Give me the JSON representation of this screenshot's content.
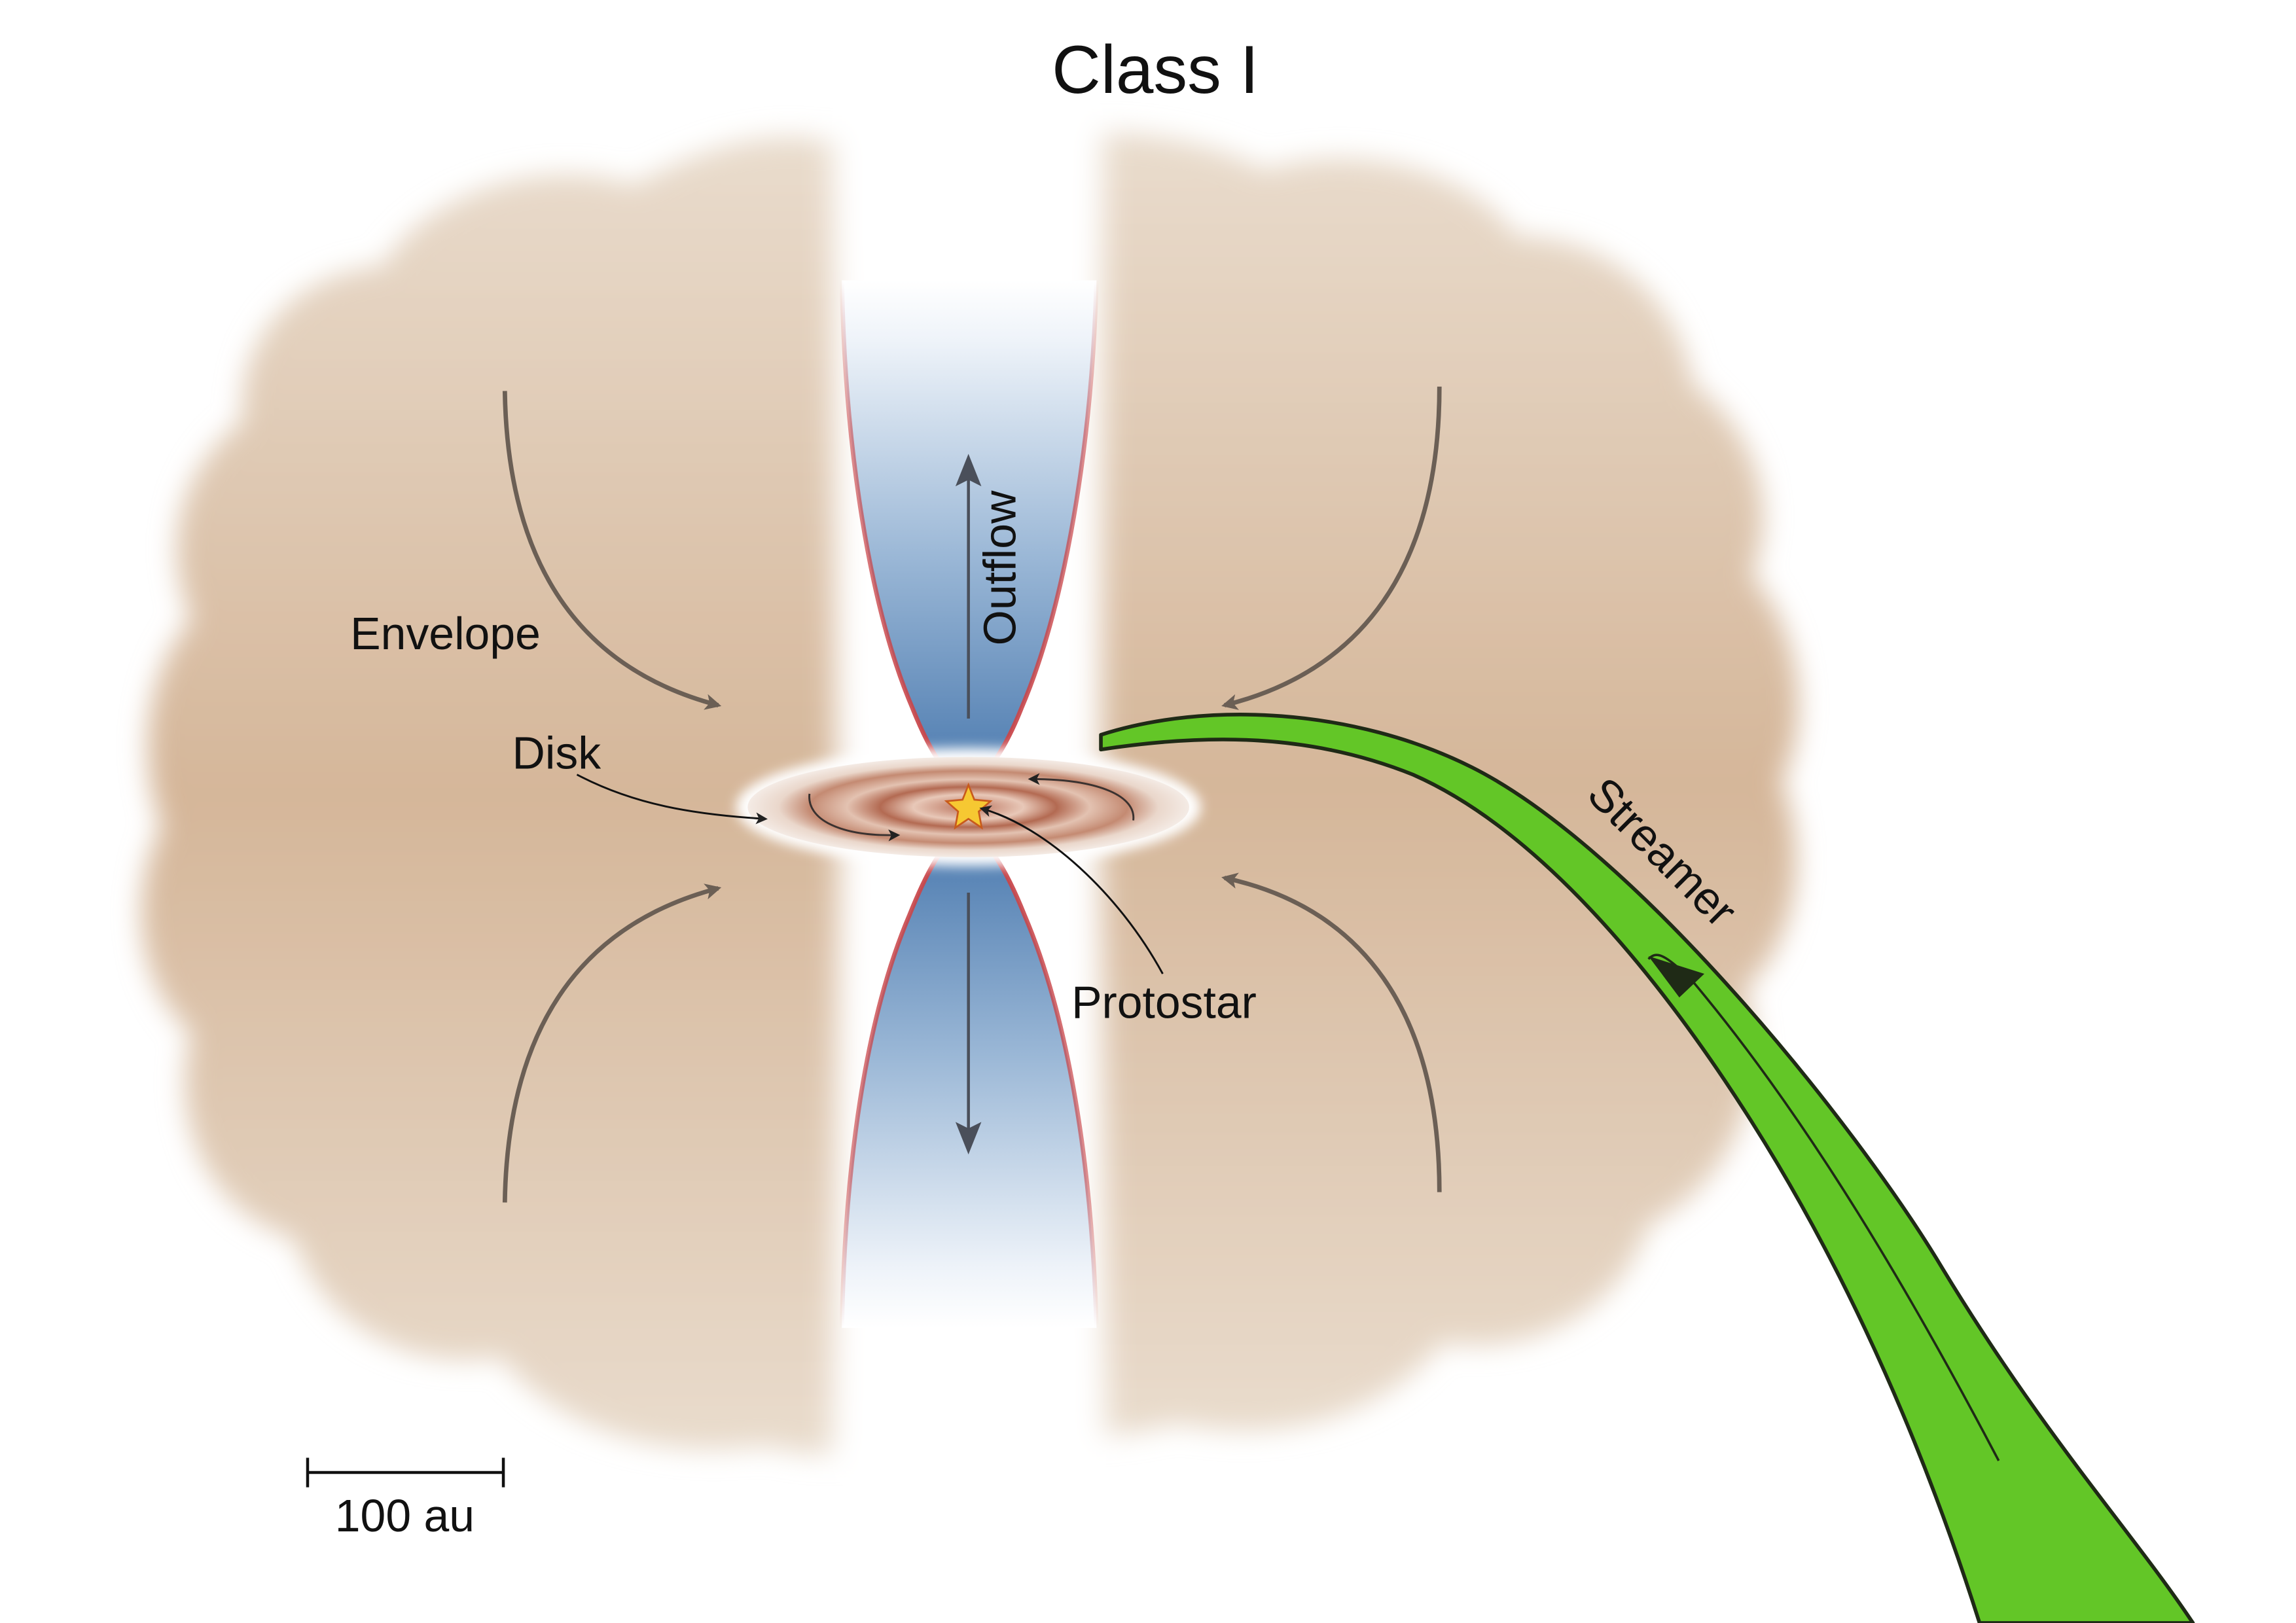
{
  "title": "Class I",
  "labels": {
    "envelope": "Envelope",
    "disk": "Disk",
    "outflow": "Outflow",
    "protostar": "Protostar",
    "streamer": "Streamer"
  },
  "scale_bar": {
    "label": "100 au"
  },
  "colors": {
    "envelope_light": "#e7d7c7",
    "envelope_mid": "#d6b89c",
    "outflow_blue": "#4f7fb3",
    "outflow_edge": "#c9464a",
    "disk_ring": "#b36a52",
    "protostar": "#f6c832",
    "streamer_fill": "#63c627",
    "streamer_edge": "#1f2a16",
    "arrow": "#6b5f55"
  }
}
